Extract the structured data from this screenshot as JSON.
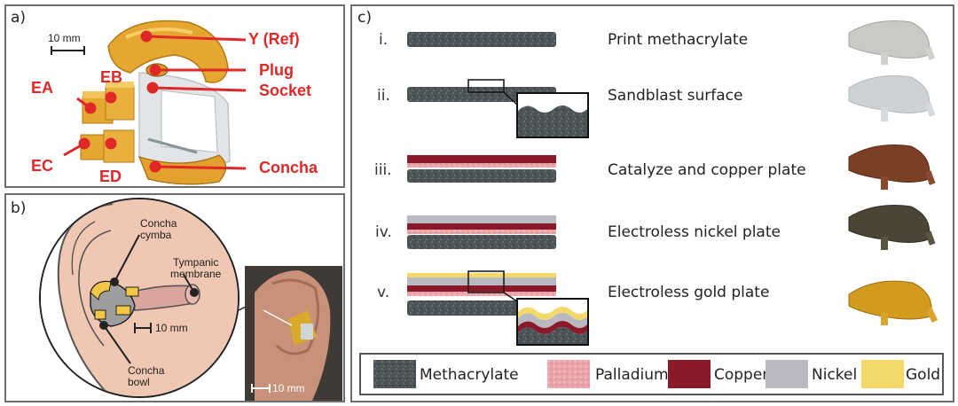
{
  "panel_a": {
    "label": "a)",
    "scale_text": "10 mm",
    "labels": {
      "y_ref": "Y (Ref)",
      "plug": "Plug",
      "socket": "Socket",
      "concha": "Concha",
      "ea": "EA",
      "eb": "EB",
      "ec": "EC",
      "ed": "ED"
    }
  },
  "panel_b": {
    "label": "b)",
    "concha_cymba": [
      "Concha",
      "cymba"
    ],
    "tympanic": [
      "Tympanic",
      "membrane"
    ],
    "concha_bowl": [
      "Concha",
      "bowl"
    ],
    "scale_text": "10 mm",
    "photo_scale_text": "10 mm"
  },
  "panel_c": {
    "label": "c)",
    "steps": [
      {
        "num": "i.",
        "text": "Print methacrylate"
      },
      {
        "num": "ii.",
        "text": "Sandblast surface"
      },
      {
        "num": "iii.",
        "text": "Catalyze and copper plate"
      },
      {
        "num": "iv.",
        "text": "Electroless nickel plate"
      },
      {
        "num": "v.",
        "text": "Electroless gold plate"
      }
    ],
    "legend": [
      {
        "name": "Methacrylate",
        "color": "#4e5558"
      },
      {
        "name": "Palladium",
        "color": "#e9a3a8"
      },
      {
        "name": "Copper",
        "color": "#8a1a2a"
      },
      {
        "name": "Nickel",
        "color": "#b9b9c2"
      },
      {
        "name": "Gold",
        "color": "#f3d969"
      }
    ]
  }
}
